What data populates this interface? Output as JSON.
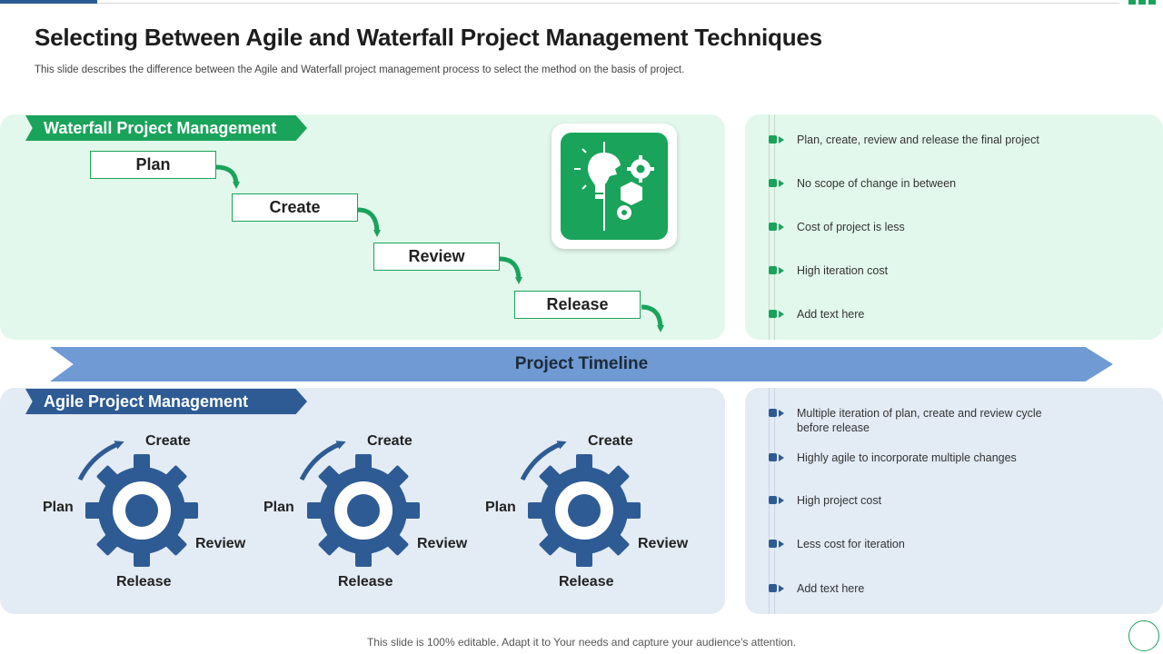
{
  "header": {
    "title": "Selecting Between Agile and Waterfall Project Management Techniques",
    "subtitle": "This slide describes the difference between the Agile and Waterfall project management process to select the method on the basis of project."
  },
  "waterfall": {
    "heading": "Waterfall Project Management",
    "steps": [
      "Plan",
      "Create",
      "Review",
      "Release"
    ],
    "points": [
      "Plan, create, review  and release the final project",
      "No scope of change in between",
      "Cost of project is less",
      "High iteration cost",
      "Add text here"
    ]
  },
  "timeline": {
    "label": "Project Timeline"
  },
  "agile": {
    "heading": "Agile Project Management",
    "cycles": [
      {
        "create": "Create",
        "plan": "Plan",
        "review": "Review",
        "release": "Release"
      },
      {
        "create": "Create",
        "plan": "Plan",
        "review": "Review",
        "release": "Release"
      },
      {
        "create": "Create",
        "plan": "Plan",
        "review": "Review",
        "release": "Release"
      }
    ],
    "points": [
      "Multiple iteration of plan, create and review  cycle before release",
      "Highly agile to incorporate  multiple changes",
      "High project cost",
      "Less cost for iteration",
      "Add text here"
    ]
  },
  "footer": {
    "text": "This slide is 100% editable. Adapt it to Your needs and capture your audience’s attention."
  },
  "colors": {
    "green": "#1aa35b",
    "blue": "#2e5b94",
    "timeline": "#6f9ad3",
    "green_bg": "#e3f8ec",
    "blue_bg": "#e3ebf5"
  },
  "icons": {
    "waterfall_tile": "lightbulb-gears-icon",
    "agile_cycle": "gear-icon"
  }
}
